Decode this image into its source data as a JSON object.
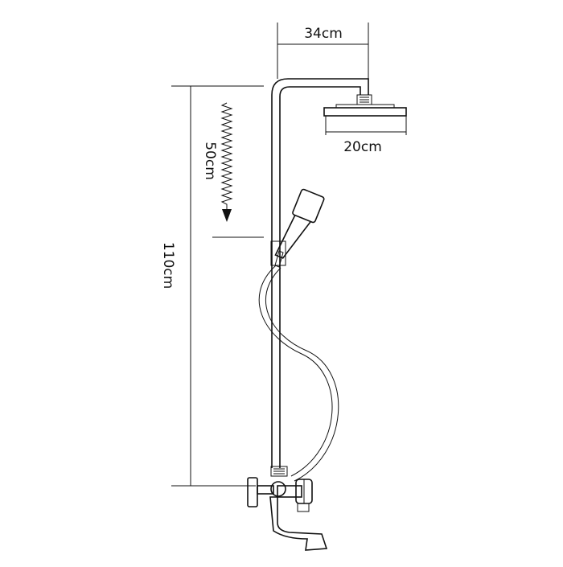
{
  "dimensions": {
    "head_arm_width": "34cm",
    "head_diameter": "20cm",
    "slide_range": "50cm",
    "total_height": "110cm"
  }
}
